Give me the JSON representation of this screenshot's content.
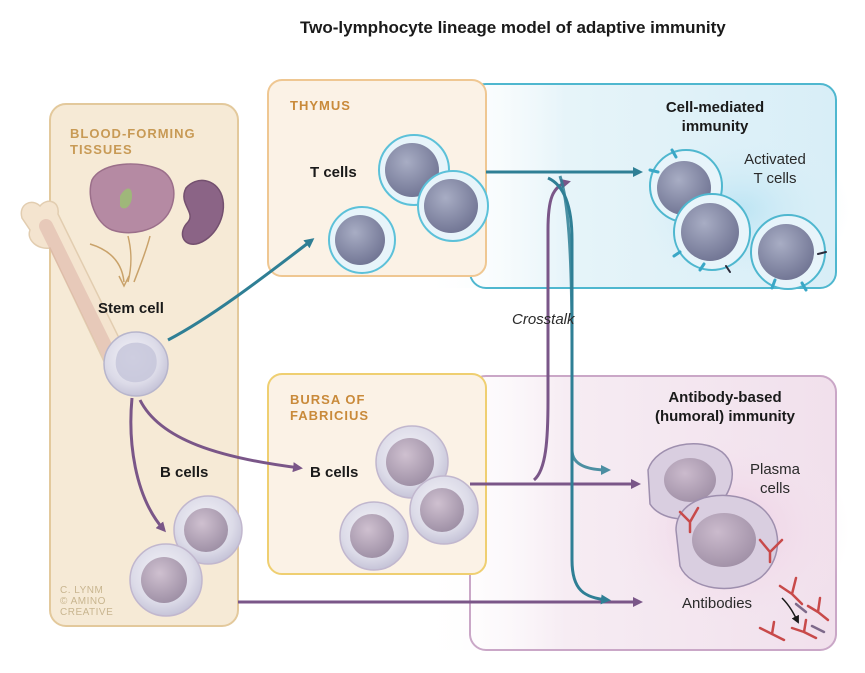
{
  "title": "Two-lymphocyte lineage model of adaptive immunity",
  "panels": {
    "blood_forming": "BLOOD-FORMING\nTISSUES",
    "thymus": "THYMUS",
    "bursa": "BURSA OF\nFABRICIUS",
    "cell_mediated": "Cell-mediated\nimmunity",
    "antibody_based": "Antibody-based\n(humoral) immunity"
  },
  "labels": {
    "stem_cell": "Stem cell",
    "t_cells": "T cells",
    "b_cells_left": "B cells",
    "b_cells_bursa": "B cells",
    "activated_t_cells": "Activated\nT cells",
    "plasma_cells": "Plasma\ncells",
    "antibodies": "Antibodies",
    "crosstalk": "Crosstalk"
  },
  "credit": "C. LYNM\n© AMINO\nCREATIVE",
  "colors": {
    "tan_panel": "#f6ead6",
    "tan_border": "#e3c99c",
    "thymus_border": "#efc792",
    "blue_panel": "#dff1f8",
    "blue_border": "#4fb7cf",
    "pink_panel": "#f5e6f0",
    "pink_border": "#caa7c7",
    "teal_arrow": "#2f7f95",
    "purple_arrow": "#7a5688"
  }
}
